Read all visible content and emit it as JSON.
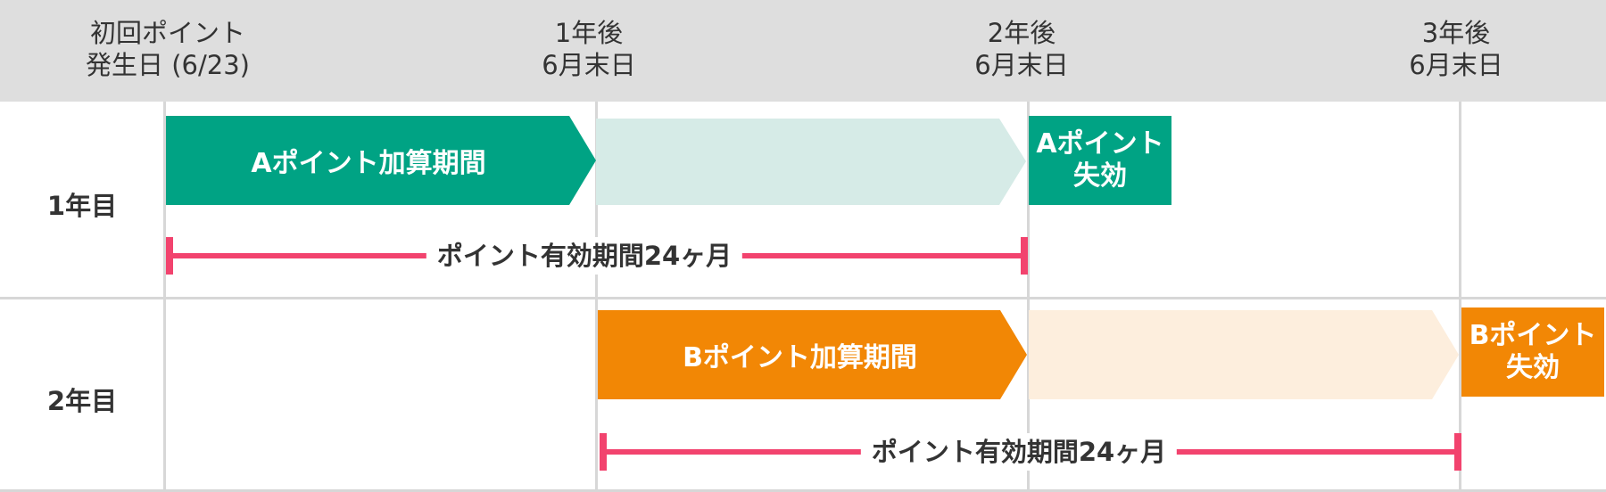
{
  "header": {
    "col0": {
      "line1": "初回ポイント",
      "line2": "発生日 (6/23)"
    },
    "col1": {
      "line1": "1年後",
      "line2": "6月末日"
    },
    "col2": {
      "line1": "2年後",
      "line2": "6月末日"
    },
    "col3": {
      "line1": "3年後",
      "line2": "6月末日"
    }
  },
  "rows": [
    {
      "label": "1年目",
      "period_label": "Aポイント加算期間",
      "expire_line1": "Aポイント",
      "expire_line2": "失効",
      "validity_label": "ポイント有効期間24ヶ月"
    },
    {
      "label": "2年目",
      "period_label": "Bポイント加算期間",
      "expire_line1": "Bポイント",
      "expire_line2": "失効",
      "validity_label": "ポイント有効期間24ヶ月"
    }
  ],
  "colors": {
    "header_bg": "#dedede",
    "grid": "#d7d7d7",
    "green": "#00a384",
    "green_light": "#d6ebe7",
    "orange": "#f28705",
    "orange_light": "#fdeedd",
    "range_pink": "#f2436e"
  }
}
